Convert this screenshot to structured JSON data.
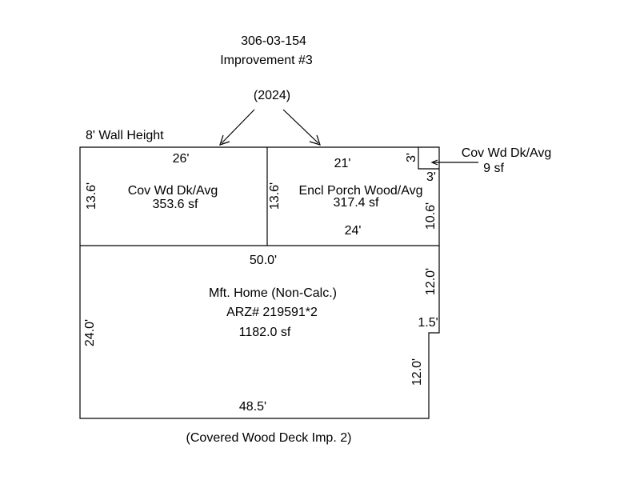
{
  "header": {
    "parcel_number": "306-03-154",
    "improvement": "Improvement #3",
    "year": "(2024)"
  },
  "wall_height_note": "8' Wall Height",
  "footer_note": "(Covered Wood Deck Imp. 2)",
  "areas": {
    "cov_deck": {
      "label": "Cov Wd Dk/Avg",
      "area": "353.6 sf",
      "dim_top": "26'",
      "dim_left": "13.6'"
    },
    "encl_porch": {
      "label": "Encl Porch Wood/Avg",
      "area": "317.4 sf",
      "dim_top": "21'",
      "dim_left": "13.6'",
      "dim_bottom": "24'",
      "dim_right": "10.6'"
    },
    "small_deck": {
      "label": "Cov Wd Dk/Avg",
      "area": "9 sf",
      "dim_left": "3'",
      "dim_bottom": "3'"
    },
    "home": {
      "label": "Mft. Home (Non-Calc.)",
      "arz": "ARZ# 219591*2",
      "area": "1182.0 sf",
      "dim_top": "50.0'",
      "dim_left": "24.0'",
      "dim_right_upper": "12.0'",
      "dim_jog": "1.5'",
      "dim_right_lower": "12.0'",
      "dim_bottom": "48.5'"
    }
  }
}
